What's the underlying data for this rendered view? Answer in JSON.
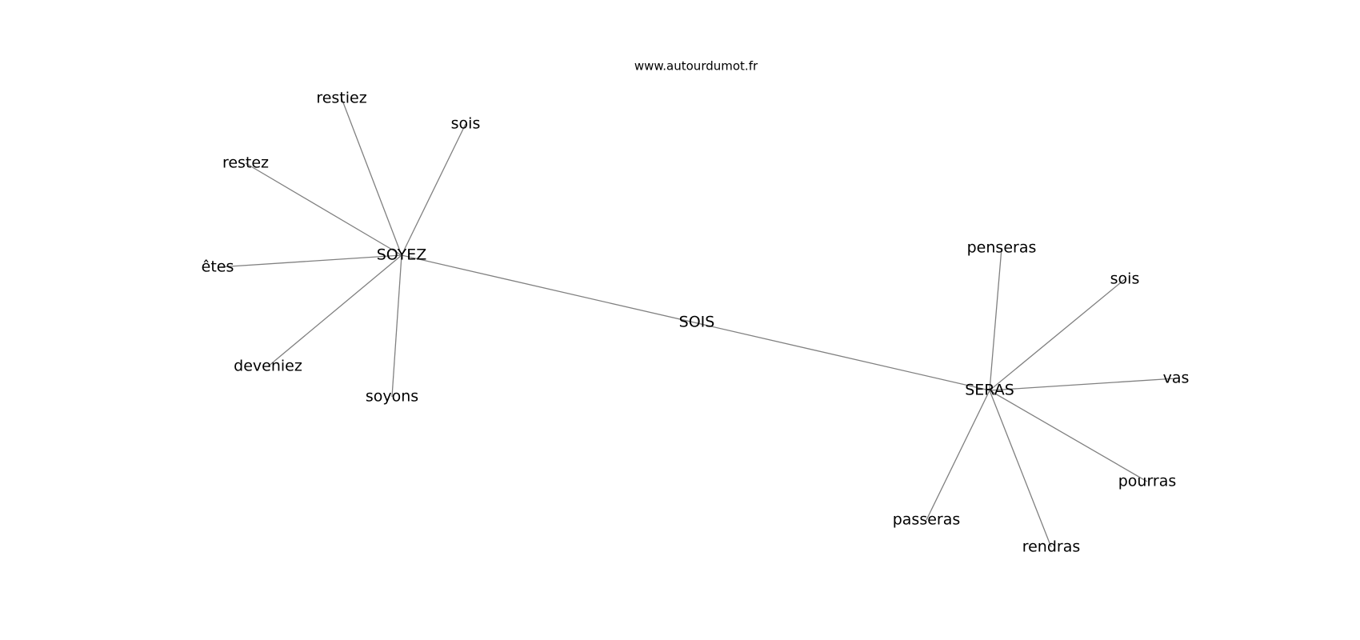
{
  "credit": "www.autourdumot.fr",
  "colors": {
    "edge": "#808080",
    "text": "#000000",
    "background": "#ffffff"
  },
  "nodes": [
    {
      "id": "SOIS",
      "label": "SOIS"
    },
    {
      "id": "SOYEZ",
      "label": "SOYEZ"
    },
    {
      "id": "SERAS",
      "label": "SERAS"
    },
    {
      "id": "restiez",
      "label": "restiez"
    },
    {
      "id": "sois_a",
      "label": "sois"
    },
    {
      "id": "restez",
      "label": "restez"
    },
    {
      "id": "etes",
      "label": "êtes"
    },
    {
      "id": "deveniez",
      "label": "deveniez"
    },
    {
      "id": "soyons",
      "label": "soyons"
    },
    {
      "id": "penseras",
      "label": "penseras"
    },
    {
      "id": "sois_b",
      "label": "sois"
    },
    {
      "id": "vas",
      "label": "vas"
    },
    {
      "id": "pourras",
      "label": "pourras"
    },
    {
      "id": "passeras",
      "label": "passeras"
    },
    {
      "id": "rendras",
      "label": "rendras"
    }
  ],
  "edges": [
    [
      "SOYEZ",
      "SERAS"
    ],
    [
      "SOYEZ",
      "restiez"
    ],
    [
      "SOYEZ",
      "sois_a"
    ],
    [
      "SOYEZ",
      "restez"
    ],
    [
      "SOYEZ",
      "etes"
    ],
    [
      "SOYEZ",
      "deveniez"
    ],
    [
      "SOYEZ",
      "soyons"
    ],
    [
      "SERAS",
      "penseras"
    ],
    [
      "SERAS",
      "sois_b"
    ],
    [
      "SERAS",
      "vas"
    ],
    [
      "SERAS",
      "pourras"
    ],
    [
      "SERAS",
      "passeras"
    ],
    [
      "SERAS",
      "rendras"
    ]
  ]
}
